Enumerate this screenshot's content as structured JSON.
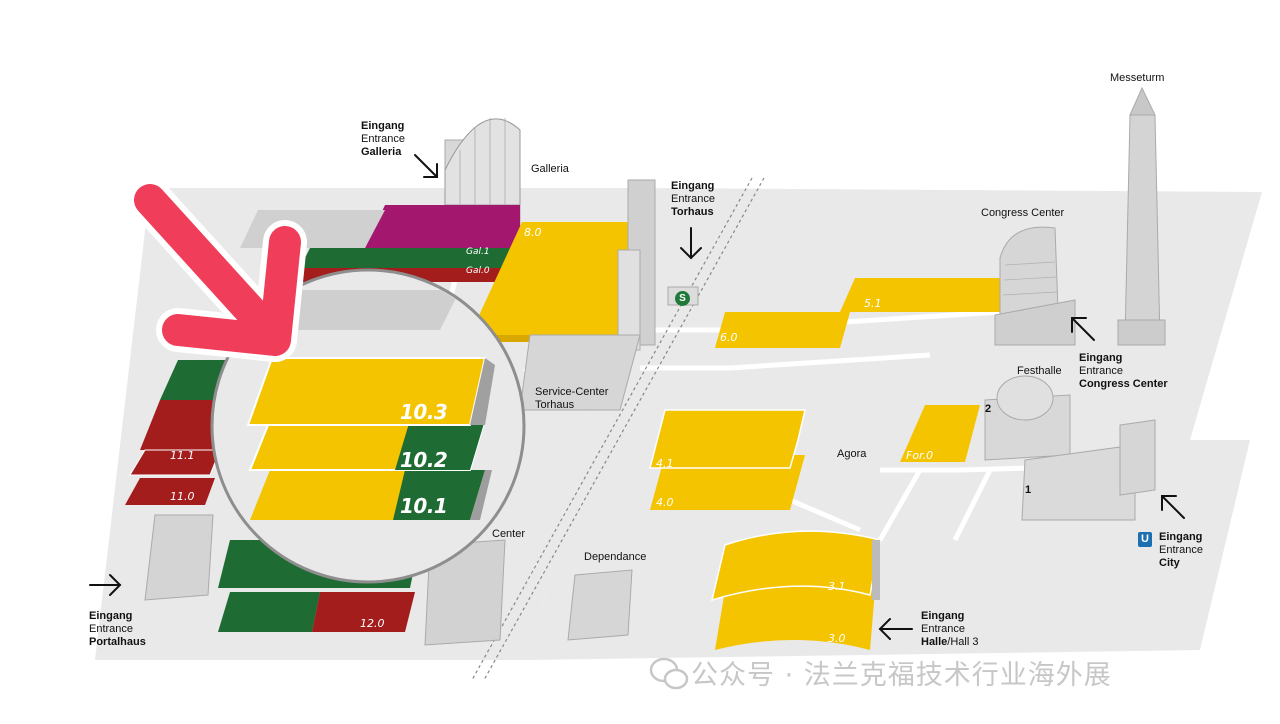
{
  "colors": {
    "ground": "#e8e8e8",
    "path": "#ffffff",
    "yellow": "#f5c400",
    "green": "#1e6b34",
    "red": "#a31d1d",
    "magenta": "#a3176e",
    "building": "#d2d2d2",
    "highlight_arrow": "#ef3d5a"
  },
  "buildings": {
    "galleria": "Galleria",
    "messeturm": "Messeturm",
    "congress_center": "Congress Center",
    "festhalle": "Festhalle",
    "agora": "Agora",
    "service_center": [
      "Service-Center",
      "Torhaus"
    ],
    "dependance": "Dependance",
    "center_partial": "Center"
  },
  "entrances": {
    "galleria": {
      "de": "Eingang",
      "en": "Entrance",
      "name": "Galleria"
    },
    "torhaus": {
      "de": "Eingang",
      "en": "Entrance",
      "name": "Torhaus"
    },
    "congress_center": {
      "de": "Eingang",
      "en": "Entrance",
      "name": "Congress Center"
    },
    "city": {
      "de": "Eingang",
      "en": "Entrance",
      "name": "City"
    },
    "halle3": {
      "de": "Eingang",
      "en": "Entrance",
      "name": "Halle",
      "suffix": "/Hall 3"
    },
    "portalhaus": {
      "de": "Eingang",
      "en": "Entrance",
      "name": "Portalhaus"
    }
  },
  "halls": {
    "h8_0": "8.0",
    "gal1": "Gal.1",
    "gal0": "Gal.0",
    "h5_1": "5.1",
    "h6_0": "6.0",
    "h4_1": "4.1",
    "h4_0": "4.0",
    "for0": "For.0",
    "h3_1": "3.1",
    "h3_0": "3.0",
    "h11_1": "11.1",
    "h11_0": "11.0",
    "h12_0": "12.0",
    "h10_3": "10.3",
    "h10_2": "10.2",
    "h10_1": "10.1"
  },
  "markers": {
    "s_bahn": "S",
    "u_bahn": "U",
    "festhalle_2": "2",
    "festhalle_1": "1"
  },
  "watermark": "公众号 · 法兰克福技术行业海外展"
}
